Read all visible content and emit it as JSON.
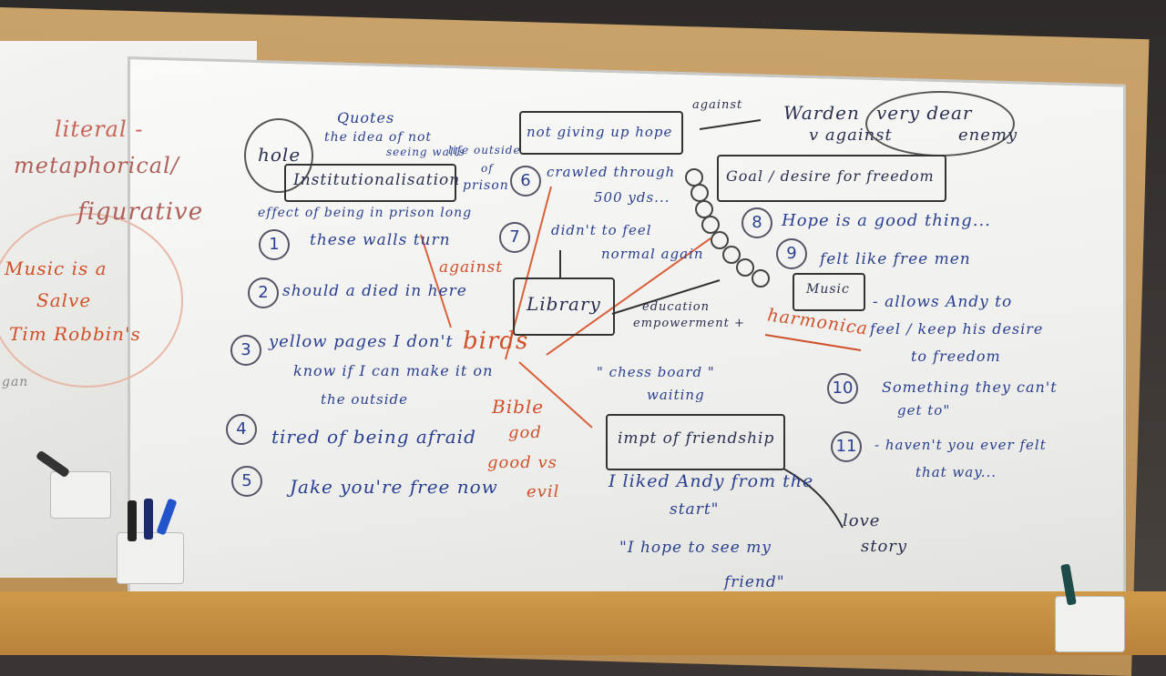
{
  "left_board": {
    "literal": "literal -",
    "metaphorical": "metaphorical/",
    "figurative": "figurative",
    "music": "Music is a",
    "salve": "Salve",
    "tim": "Tim Robbin's",
    "gan": "gan"
  },
  "top": {
    "hole": "hole",
    "quotes": "Quotes",
    "idea": "the idea of not",
    "seeing": "seeing walls",
    "outside": "life outside",
    "of": "of",
    "prison": "prison",
    "institutionalisation": "Institutionalisation",
    "not_giving_up": "not giving up hope",
    "against_top": "against",
    "warden": "Warden",
    "v_against": "v against",
    "very_dear": "very dear",
    "enemy": "enemy",
    "goal_freedom": "Goal / desire for freedom"
  },
  "left_list": {
    "effect": "effect of being in prison long",
    "n1": "1",
    "t1": "these walls turn",
    "n2": "2",
    "t2": "should a died in here",
    "n3": "3",
    "t3a": "yellow pages I don't",
    "t3b": "know if I can make it on",
    "t3c": "the outside",
    "n4": "4",
    "t4": "tired of being afraid",
    "n5": "5",
    "t5": "Jake you're free now"
  },
  "middle": {
    "n6": "6",
    "t6a": "crawled through",
    "t6b": "500 yds...",
    "n7": "7",
    "t7a": "didn't to feel",
    "t7b": "normal again",
    "against_mid": "against",
    "library": "Library",
    "education": "education",
    "empowerment": "empowerment +",
    "birds": "birds",
    "bible": "Bible",
    "god": "god",
    "good_vs": "good vs",
    "evil": "evil",
    "chessboard": "\" chess board \"",
    "waiting": "waiting",
    "friendship": "impt of friendship",
    "liked": "I liked Andy from the",
    "start": "start\"",
    "hope_see": "\"I hope to see my",
    "friend": "friend\""
  },
  "right": {
    "n8": "8",
    "t8": "Hope is a good thing...",
    "n9": "9",
    "t9": "felt like free men",
    "music": "Music",
    "allows": "- allows Andy to",
    "feel": "feel / keep his desire",
    "freedom": "to freedom",
    "harmonica": "harmonica",
    "n10": "10",
    "t10a": "Something they can't",
    "t10b": "get to\"",
    "n11": "11",
    "t11a": "- haven't you ever felt",
    "t11b": "that way...",
    "love": "love",
    "story": "story"
  }
}
